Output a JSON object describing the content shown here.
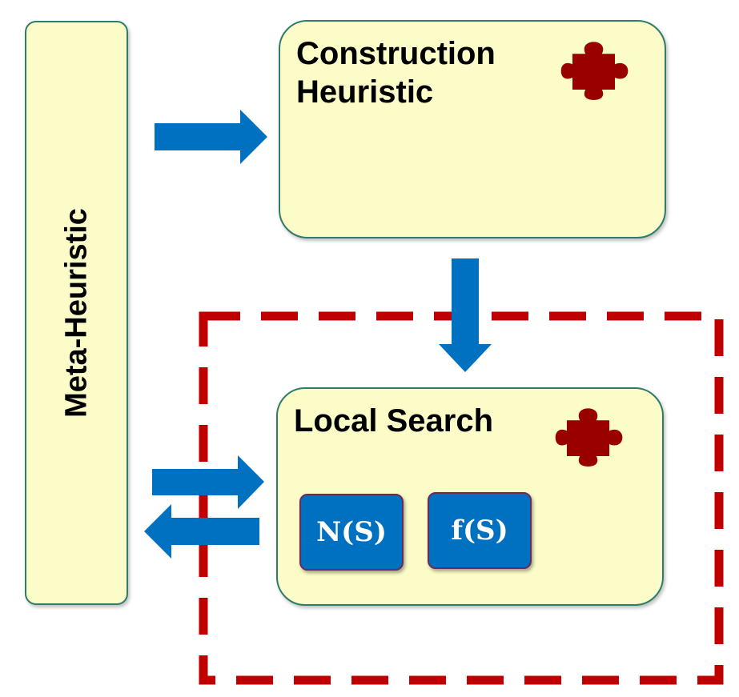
{
  "colors": {
    "box_fill": "#fcfcc8",
    "box_border": "#2e7d6a",
    "arrow": "#0070c0",
    "puzzle": "#990000",
    "dashed_border": "#c00000",
    "component_fill": "#0070c0"
  },
  "meta": {
    "label": "Meta-Heuristic"
  },
  "construction": {
    "title": "Construction\nHeuristic",
    "icon": "puzzle-piece-icon"
  },
  "local_search": {
    "title": "Local Search",
    "icon": "puzzle-piece-icon",
    "components": [
      {
        "label": "N(S)"
      },
      {
        "label": "f(S)"
      }
    ]
  }
}
